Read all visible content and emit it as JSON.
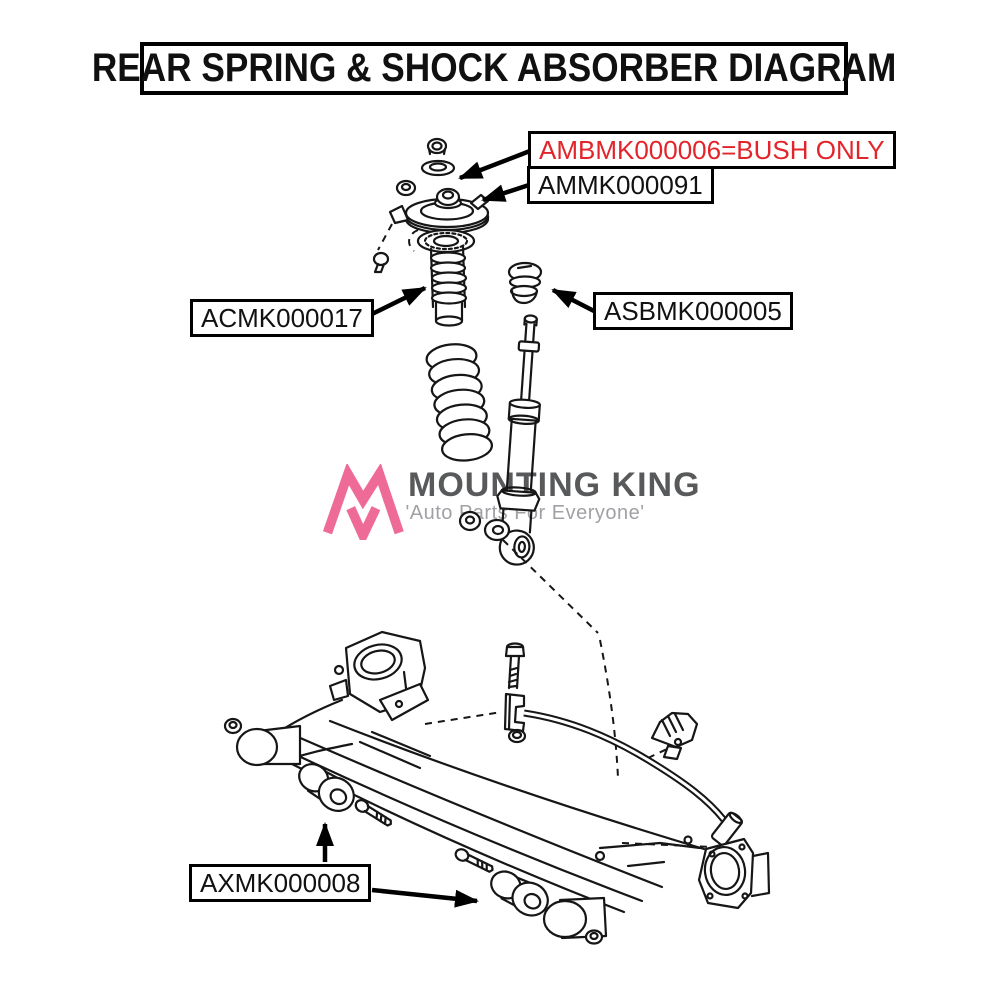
{
  "title": "REAR SPRING & SHOCK ABSORBER DIAGRAM",
  "watermark": {
    "brand": "MOUNTING KING",
    "tagline": "'Auto Parts For Everyone'",
    "logo_color": "#ee6b97",
    "brand_color": "#58595b",
    "tagline_color": "#a0a1a5"
  },
  "labels": {
    "bush_only": {
      "text": "AMBMK000006=BUSH ONLY",
      "color": "#e2252b"
    },
    "mount": {
      "text": "AMMK000091",
      "color": "#111111"
    },
    "boot": {
      "text": "ACMK000017",
      "color": "#111111"
    },
    "bump_stop": {
      "text": "ASBMK000005",
      "color": "#111111"
    },
    "axle": {
      "text": "AXMK000008",
      "color": "#111111"
    }
  }
}
